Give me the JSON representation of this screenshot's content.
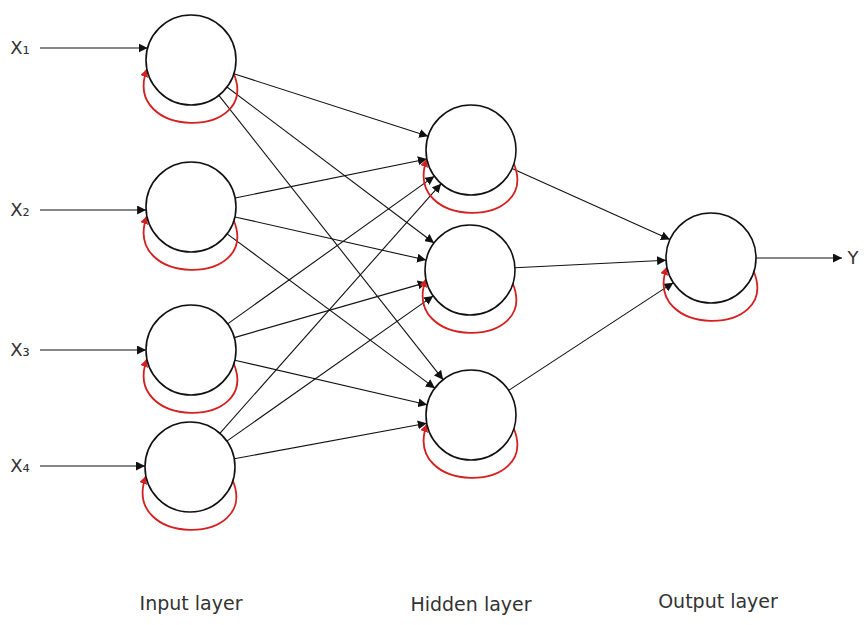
{
  "diagram": {
    "labels": [
      "X₁",
      "X₂",
      "X₃",
      "X₄",
      "Y",
      "Input layer",
      "Hidden layer",
      "Output layer"
    ]
  }
}
